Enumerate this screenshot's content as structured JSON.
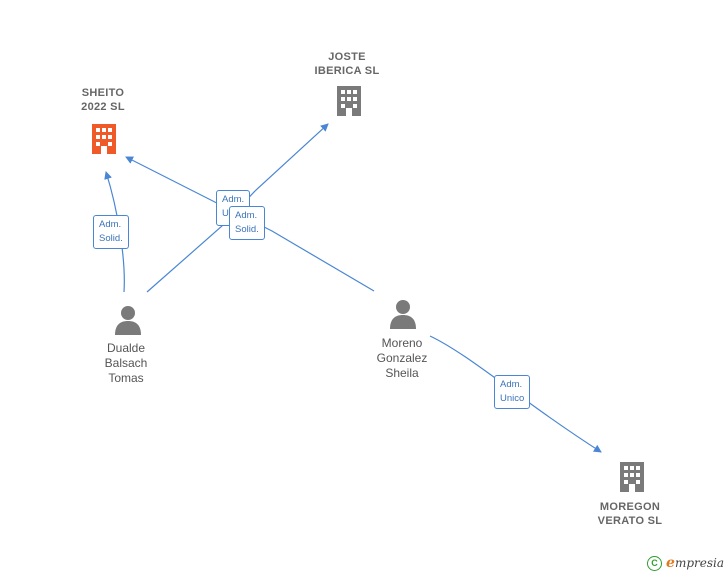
{
  "colors": {
    "edge": "#4a86d4",
    "company_highlight": "#f05a28",
    "company_default": "#7a7a7a",
    "person": "#7a7a7a"
  },
  "nodes": {
    "sheito": {
      "label": "SHEITO\n2022  SL",
      "kind": "company",
      "highlight": true,
      "icon": "building-icon"
    },
    "joste": {
      "label": "JOSTE\nIBERICA  SL",
      "kind": "company",
      "highlight": false,
      "icon": "building-icon"
    },
    "moregon": {
      "label": "MOREGON\nVERATO  SL",
      "kind": "company",
      "highlight": false,
      "icon": "building-icon"
    },
    "dualde": {
      "label": "Dualde\nBalsach\nTomas",
      "kind": "person",
      "icon": "person-icon"
    },
    "moreno": {
      "label": "Moreno\nGonzalez\nSheila",
      "kind": "person",
      "icon": "person-icon"
    }
  },
  "edge_labels": {
    "dualde_sheito": "Adm.\nSolid.",
    "dualde_joste": "Adm.\nU",
    "moreno_sheito": "Adm.\nSolid.",
    "moreno_moregon": "Adm.\nUnico"
  },
  "footer": {
    "copyright_symbol": "C",
    "brand_initial": "e",
    "brand_rest": "mpresia"
  }
}
